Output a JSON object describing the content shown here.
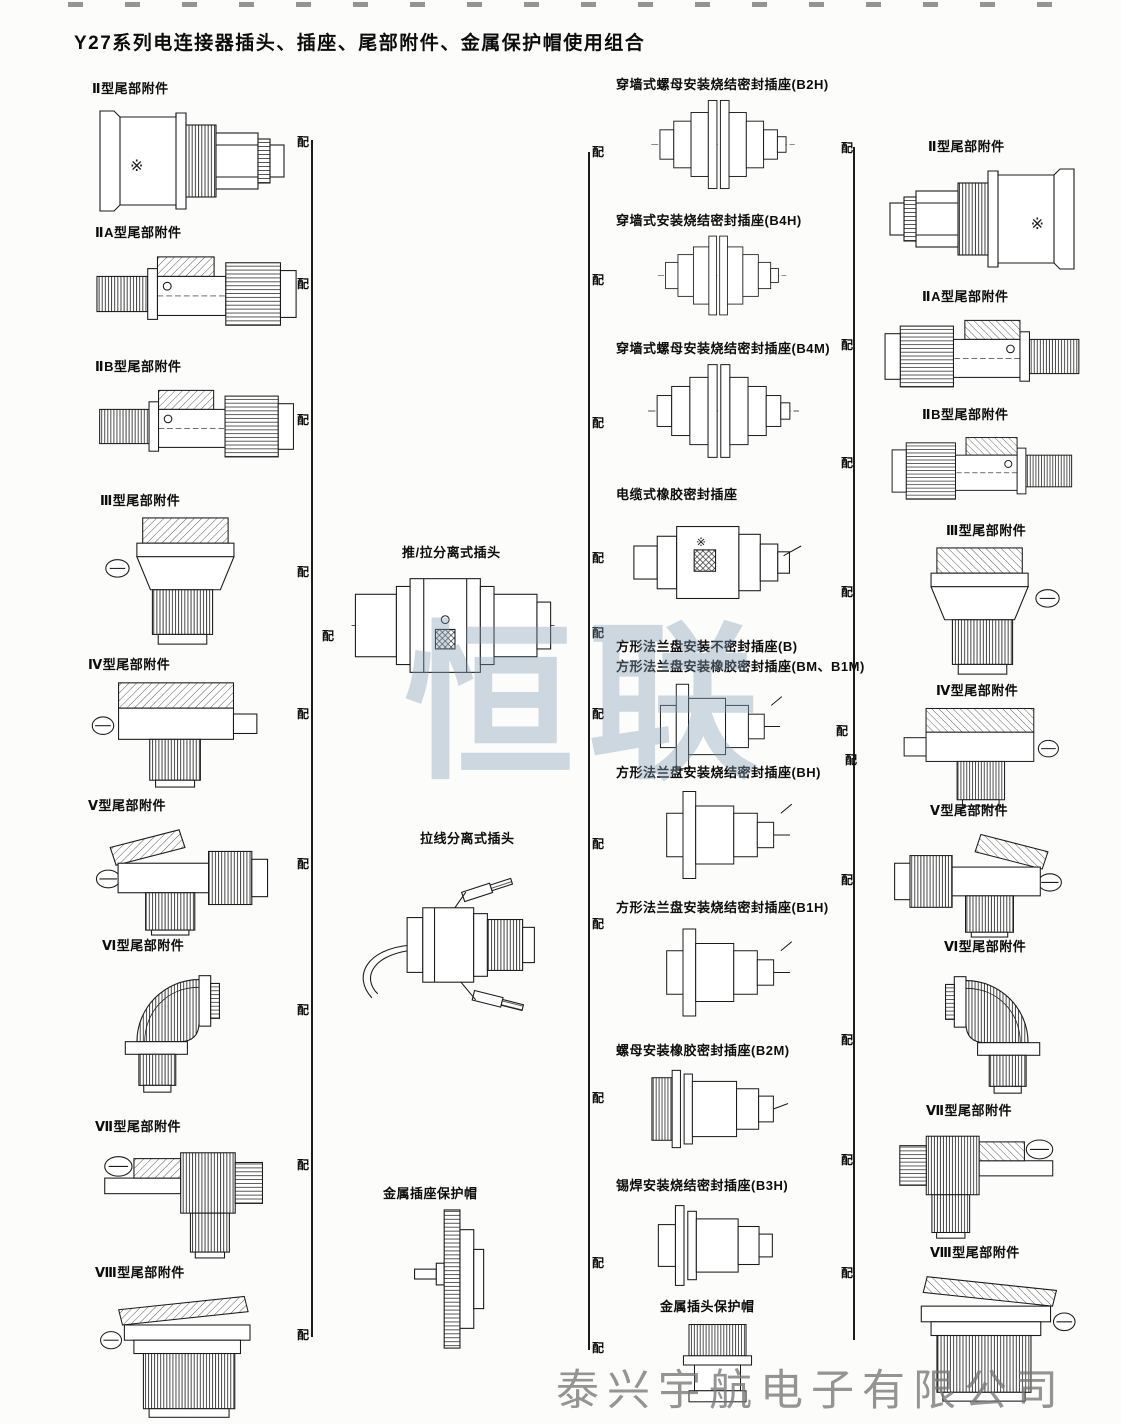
{
  "page": {
    "title": "Y27系列电连接器插头、插座、尾部附件、金属保护帽使用组合",
    "connect_label": "配",
    "watermark_center": "恒联",
    "watermark_bottom": "泰兴宇航电子有限公司"
  },
  "left_accessories": [
    {
      "label": "Ⅱ型尾部附件"
    },
    {
      "label": "ⅡA型尾部附件"
    },
    {
      "label": "ⅡB型尾部附件"
    },
    {
      "label": "Ⅲ型尾部附件"
    },
    {
      "label": "Ⅳ型尾部附件"
    },
    {
      "label": "Ⅴ型尾部附件"
    },
    {
      "label": "Ⅵ型尾部附件"
    },
    {
      "label": "Ⅶ型尾部附件"
    },
    {
      "label": "Ⅷ型尾部附件"
    }
  ],
  "right_accessories": [
    {
      "label": "Ⅱ型尾部附件"
    },
    {
      "label": "ⅡA型尾部附件"
    },
    {
      "label": "ⅡB型尾部附件"
    },
    {
      "label": "Ⅲ型尾部附件"
    },
    {
      "label": "Ⅳ型尾部附件"
    },
    {
      "label": "Ⅴ型尾部附件"
    },
    {
      "label": "Ⅵ型尾部附件"
    },
    {
      "label": "Ⅶ型尾部附件"
    },
    {
      "label": "Ⅷ型尾部附件"
    }
  ],
  "plugs": [
    {
      "label": "推/拉分离式插头"
    },
    {
      "label": "拉线分离式插头"
    },
    {
      "label": "金属插座保护帽"
    }
  ],
  "sockets": [
    {
      "label": "穿墙式螺母安装烧结密封插座(B2H)"
    },
    {
      "label": "穿墙式安装烧结密封插座(B4H)"
    },
    {
      "label": "穿墙式螺母安装烧结密封插座(B4M)"
    },
    {
      "label": "电缆式橡胶密封插座"
    },
    {
      "label": "方形法兰盘安装不密封插座(B)",
      "label2": "方形法兰盘安装橡胶密封插座(BM、B1M)"
    },
    {
      "label": "方形法兰盘安装烧结密封插座(BH)"
    },
    {
      "label": "方形法兰盘安装烧结密封插座(B1H)"
    },
    {
      "label": "螺母安装橡胶密封插座(B2M)"
    },
    {
      "label": "锡焊安装烧结密封插座(B3H)"
    },
    {
      "label": "金属插头保护帽"
    }
  ]
}
